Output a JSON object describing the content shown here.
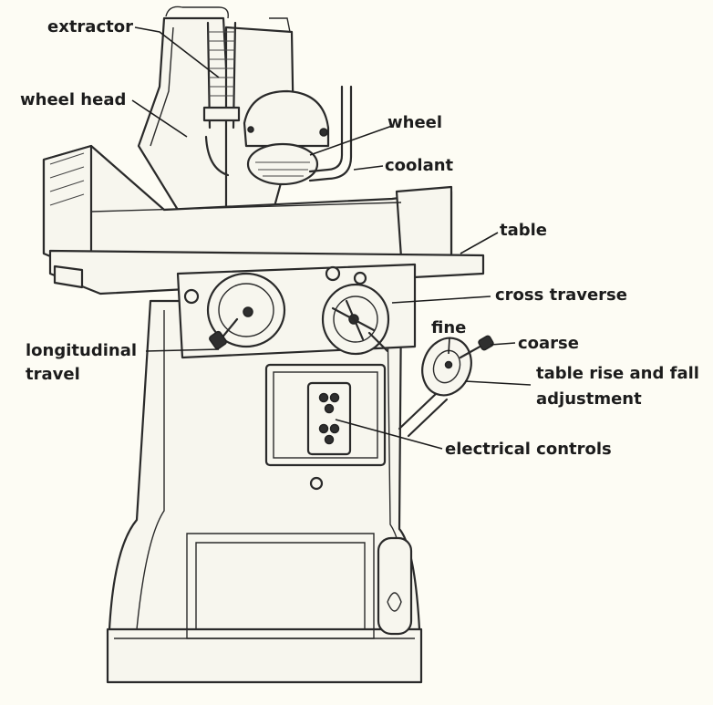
{
  "labels": {
    "extractor": "extractor",
    "wheel_head": "wheel head",
    "wheel": "wheel",
    "coolant": "coolant",
    "table": "table",
    "cross_traverse": "cross traverse",
    "fine": "fine",
    "coarse": "coarse",
    "longitudinal_travel_line1": "longitudinal",
    "longitudinal_travel_line2": "travel",
    "table_rise_fall_line1": "table rise and fall",
    "table_rise_fall_line2": "adjustment",
    "electrical_controls": "electrical controls"
  },
  "colors": {
    "background": "#fdfcf4",
    "ink": "#2a2a2a"
  }
}
